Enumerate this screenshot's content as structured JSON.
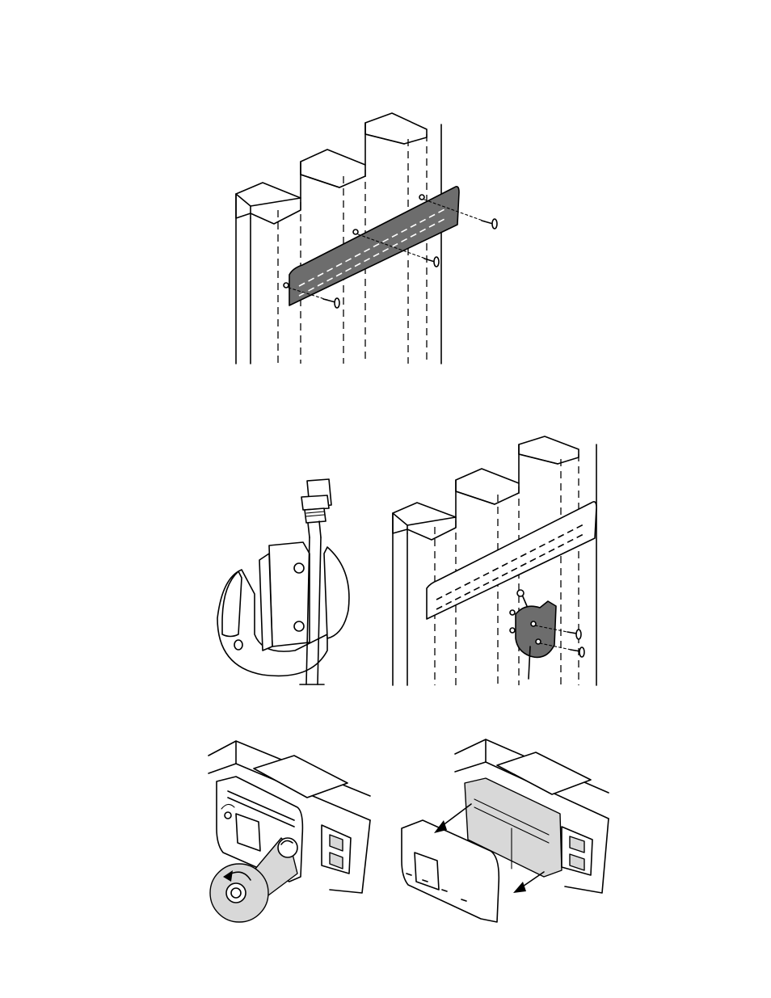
{
  "figures": [
    {
      "id": "fig-bracket-screws",
      "description_icon": "wall-bracket-mounting"
    },
    {
      "id": "fig-holder-cable",
      "description_icon": "cable-holder"
    },
    {
      "id": "fig-holder-on-bracket",
      "description_icon": "holder-mounted-bracket"
    },
    {
      "id": "fig-unscrew-cover",
      "description_icon": "rotate-screw-counterclockwise"
    },
    {
      "id": "fig-remove-cover",
      "description_icon": "slide-cover-off"
    }
  ],
  "colors": {
    "line": "#000000",
    "fill_dark": "#6d6d6d",
    "fill_light": "#d8d8d8",
    "background": "#ffffff"
  }
}
